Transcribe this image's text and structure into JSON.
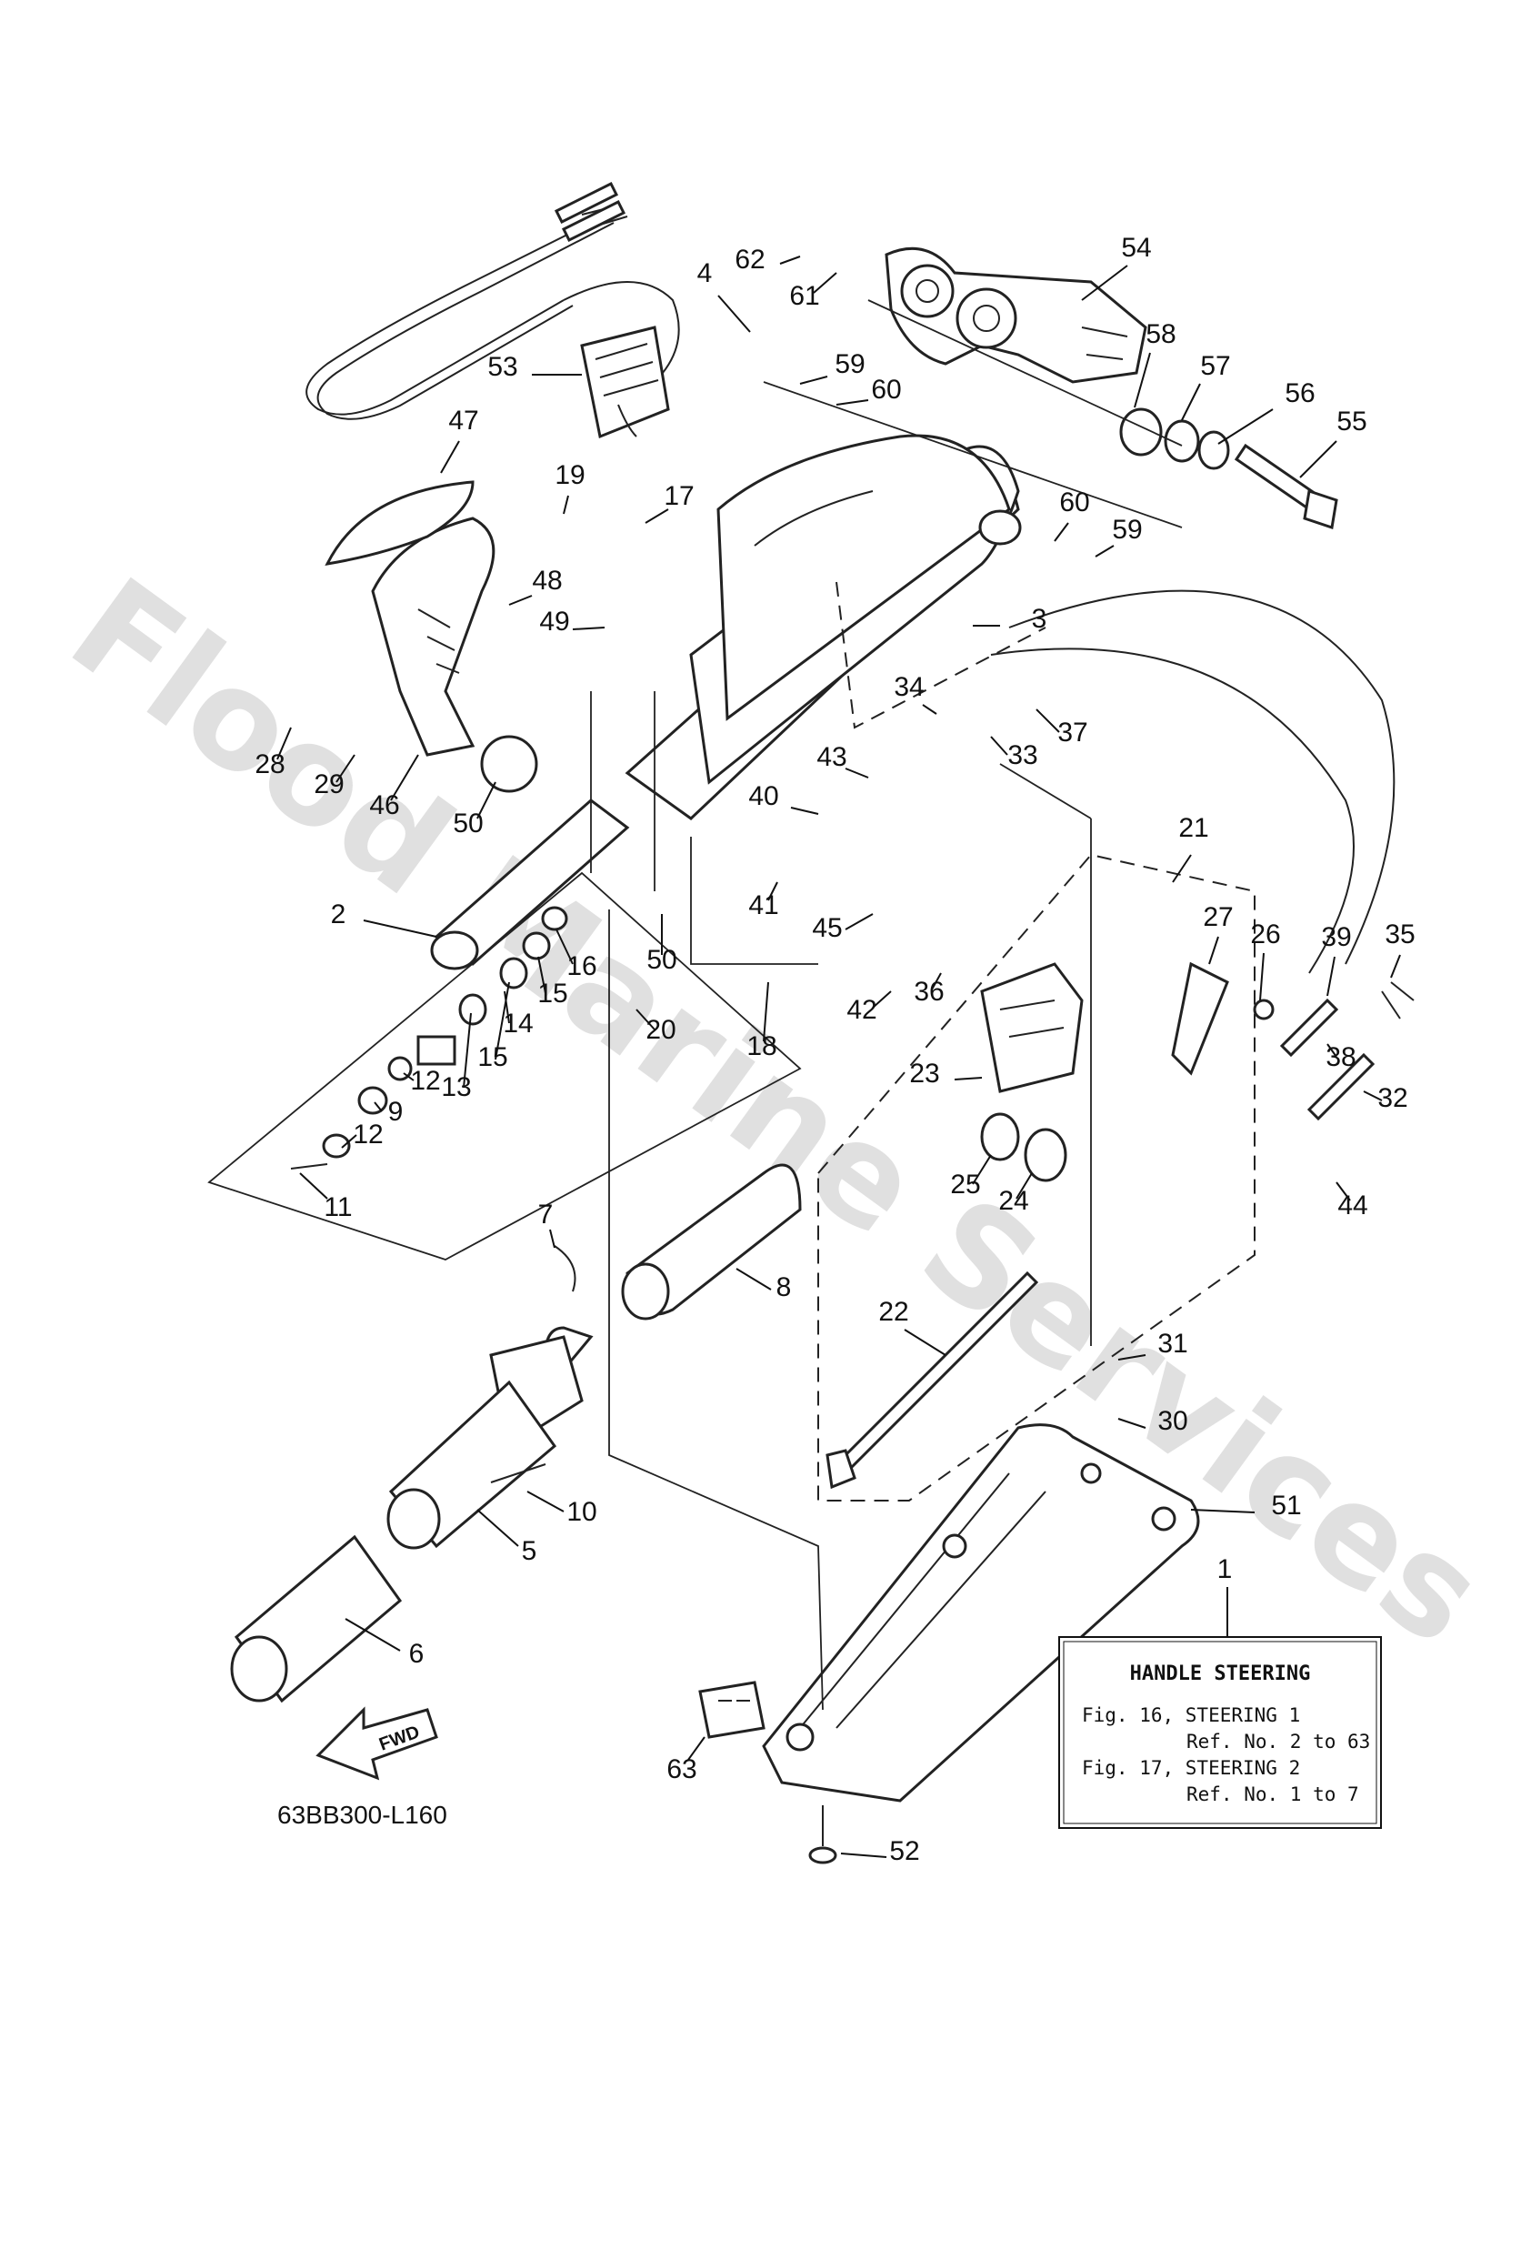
{
  "watermark": "Flood Marine Services",
  "diagram_code": "63BB300-L160",
  "fwd_label": "FWD",
  "info_box": {
    "title": "HANDLE STEERING",
    "line1": "Fig. 16, STEERING 1",
    "line2": "Ref. No. 2 to 63",
    "line3": "Fig. 17, STEERING 2",
    "line4": "Ref. No. 1 to 7"
  },
  "callouts": [
    "1",
    "2",
    "3",
    "4",
    "5",
    "6",
    "7",
    "8",
    "9",
    "10",
    "11",
    "12",
    "12",
    "13",
    "14",
    "15",
    "15",
    "16",
    "17",
    "18",
    "19",
    "20",
    "21",
    "22",
    "23",
    "24",
    "25",
    "26",
    "27",
    "28",
    "29",
    "30",
    "31",
    "32",
    "33",
    "34",
    "35",
    "36",
    "37",
    "38",
    "39",
    "40",
    "41",
    "42",
    "43",
    "44",
    "45",
    "46",
    "47",
    "48",
    "49",
    "50",
    "50",
    "51",
    "52",
    "53",
    "54",
    "55",
    "56",
    "57",
    "58",
    "59",
    "59",
    "60",
    "60",
    "61",
    "62",
    "63"
  ]
}
